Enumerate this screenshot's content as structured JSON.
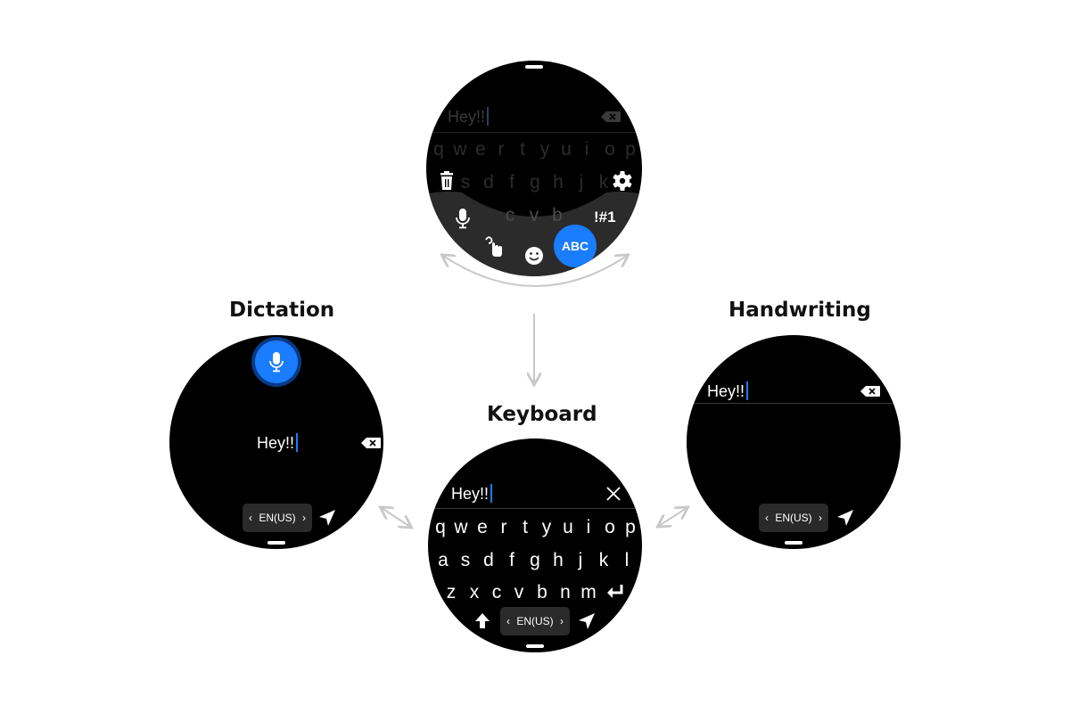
{
  "modes": {
    "dictation_title": "Dictation",
    "handwriting_title": "Handwriting",
    "keyboard_title": "Keyboard"
  },
  "input_text": "Hey!!",
  "language": "EN(US)",
  "keyboard": {
    "row1": [
      "q",
      "w",
      "e",
      "r",
      "t",
      "y",
      "u",
      "i",
      "o",
      "p"
    ],
    "row2": [
      "a",
      "s",
      "d",
      "f",
      "g",
      "h",
      "j",
      "k",
      "l"
    ],
    "row3": [
      "z",
      "x",
      "c",
      "v",
      "b",
      "n",
      "m"
    ]
  },
  "mode_menu": {
    "symbols_label": "!#1",
    "abc_label": "ABC",
    "dim_row2": [
      "s",
      "d",
      "f",
      "g",
      "h",
      "j",
      "k"
    ],
    "dim_row3": [
      "c",
      "v",
      "b"
    ]
  },
  "colors": {
    "accent": "#1a7cff",
    "watch_bg": "#000000",
    "arrow": "#c8c8c8"
  },
  "icons": [
    "microphone-icon",
    "backspace-icon",
    "close-icon",
    "send-icon",
    "shift-icon",
    "enter-icon",
    "trash-icon",
    "gear-icon",
    "handwriting-icon",
    "emoji-icon",
    "chevron-left-icon",
    "chevron-right-icon"
  ]
}
